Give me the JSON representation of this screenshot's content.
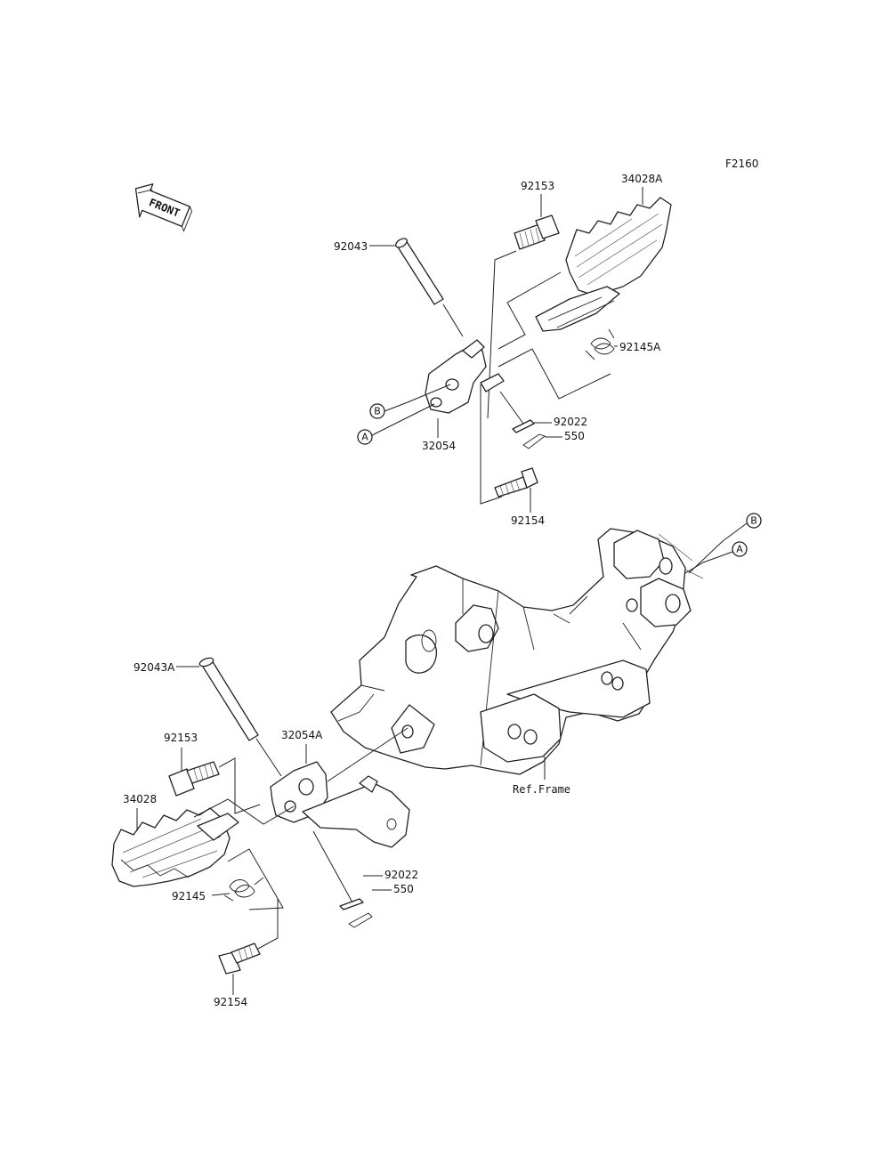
{
  "diagram": {
    "ref_code": "F2160",
    "front_arrow": {
      "text": "FRONT",
      "icon": "front-arrow-icon"
    },
    "parts": {
      "p92043": "92043",
      "p92153_top": "92153",
      "p34028A": "34028A",
      "p92145A": "92145A",
      "p92022_top": "92022",
      "p550_top": "550",
      "p32054": "32054",
      "p92154_top": "92154",
      "p92043A": "92043A",
      "p92153_bottom": "92153",
      "p32054A": "32054A",
      "p34028": "34028",
      "p92145": "92145",
      "p92154_bottom": "92154",
      "p92022_bottom": "92022",
      "p550_bottom": "550",
      "ref_frame": "Ref.Frame"
    },
    "callouts": {
      "A": "A",
      "B": "B"
    }
  }
}
